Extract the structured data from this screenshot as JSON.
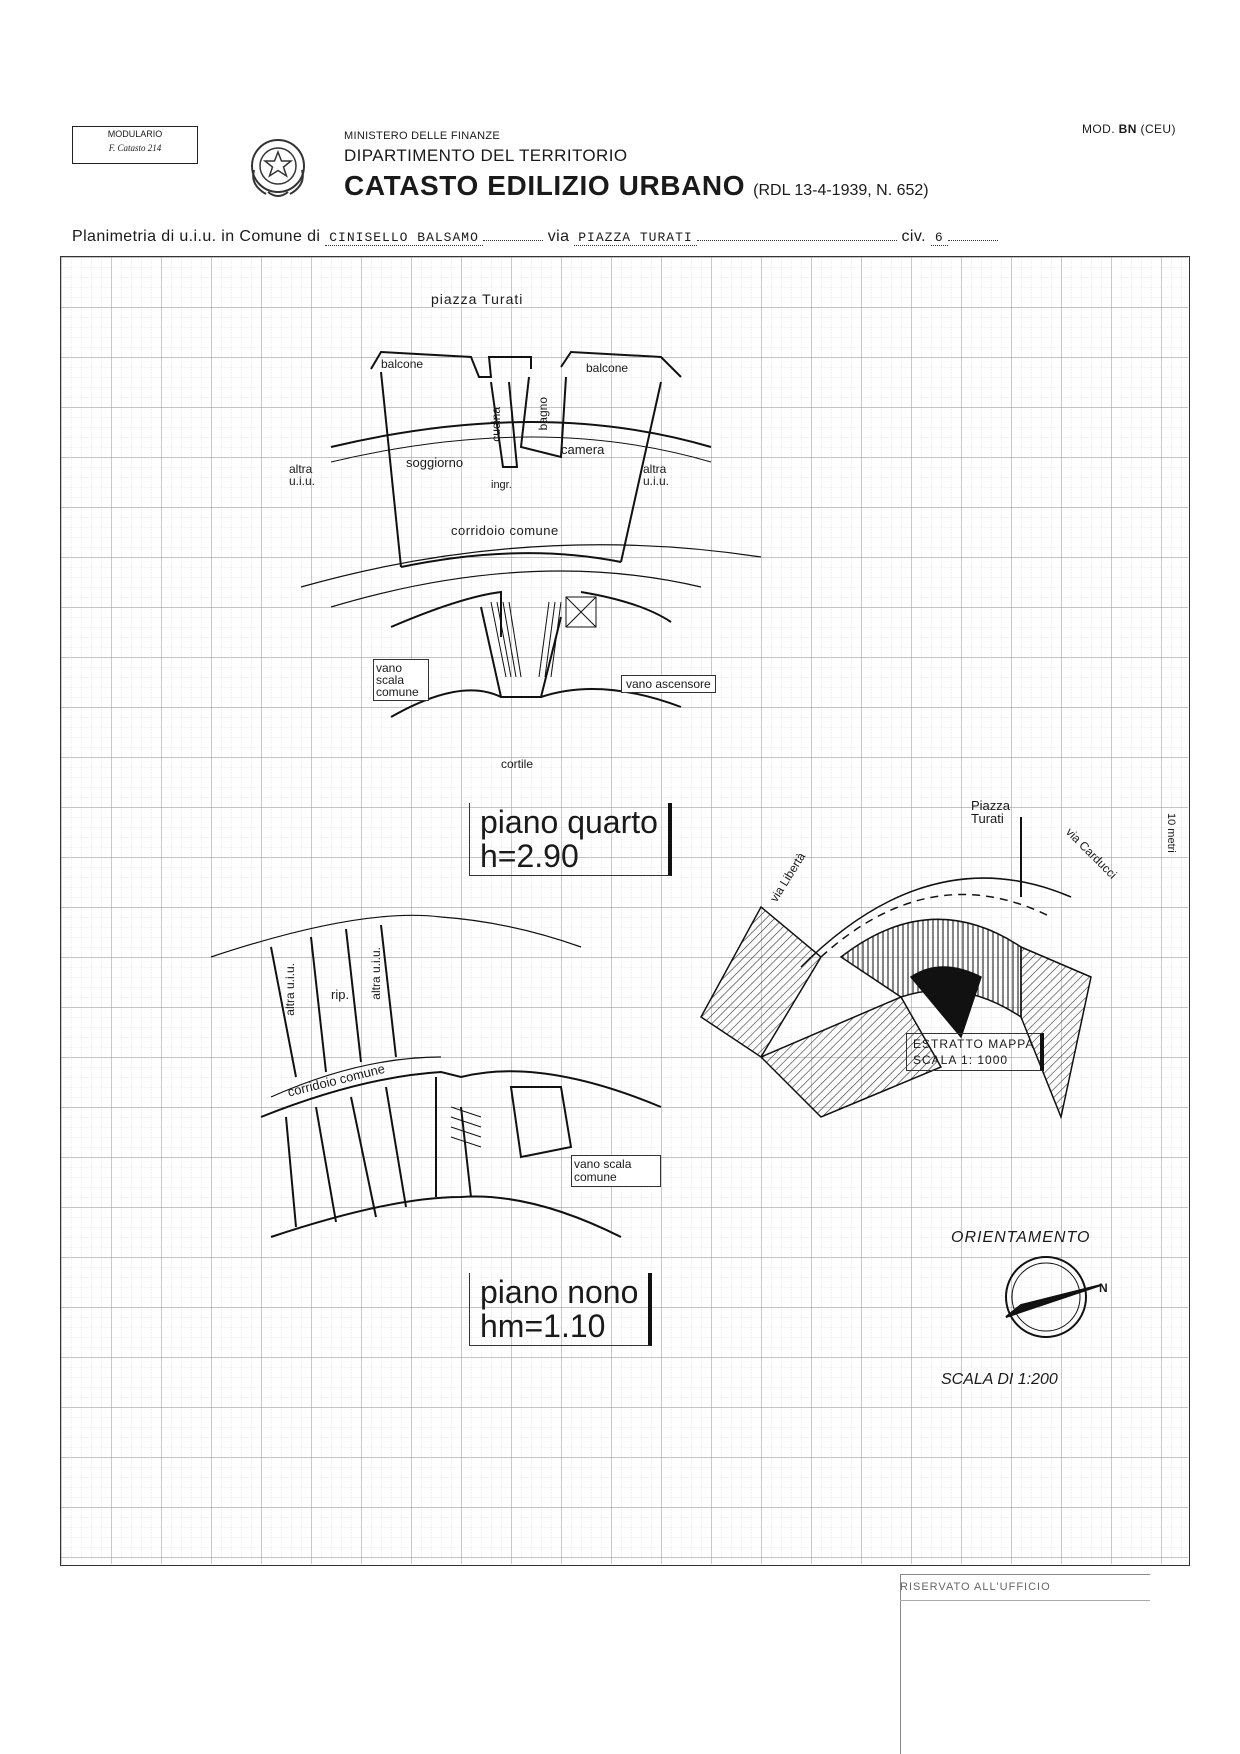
{
  "header": {
    "modulario_line1": "MODULARIO",
    "modulario_line2": "F. Catasto 214",
    "ministero": "MINISTERO DELLE FINANZE",
    "dipartimento": "DIPARTIMENTO DEL TERRITORIO",
    "catasto": "CATASTO EDILIZIO URBANO",
    "rdl": "(RDL 13-4-1939, N. 652)",
    "mod_prefix": "MOD.",
    "mod_bn": "BN",
    "mod_ceu": "(CEU)"
  },
  "planimetria": {
    "label": "Planimetria di u.i.u. in Comune di",
    "comune": "CINISELLO  BALSAMO",
    "via_label": "via",
    "via": "PIAZZA  TURATI",
    "civ_label": "civ.",
    "civ": "6"
  },
  "floor_plan_4": {
    "street": "piazza Turati",
    "balcone_left": "balcone",
    "balcone_right": "balcone",
    "cucina": "cucina",
    "bagno": "bagno",
    "soggiorno": "soggiorno",
    "camera": "camera",
    "altra_left": "altra u.i.u.",
    "altra_right": "altra u.i.u.",
    "ingr": "ingr.",
    "corridoio": "corridoio comune",
    "vano_scala": "vano scala comune",
    "vano_ascensore": "vano ascensore",
    "cortile": "cortile"
  },
  "piano_quarto": {
    "title": "piano quarto",
    "height": "h=2.90"
  },
  "floor_plan_9": {
    "altra_left": "altra u.i.u.",
    "rip": "rip.",
    "altra_right": "altra u.i.u.",
    "corridoio": "corridoio comune",
    "vano_scala": "vano scala comune"
  },
  "piano_nono": {
    "title": "piano nono",
    "height": "hm=1.10"
  },
  "map": {
    "piazza": "Piazza Turati",
    "via_liberta": "via Libertà",
    "via_carducci": "via Carducci",
    "scale_bar": "10 metri",
    "estratto": "ESTRATTO   MAPPA",
    "scala": "SCALA   1: 1000"
  },
  "orientamento": {
    "label": "ORIENTAMENTO",
    "north": "N"
  },
  "scala": "SCALA DI 1:200",
  "riservato": "RISERVATO ALL'UFFICIO"
}
